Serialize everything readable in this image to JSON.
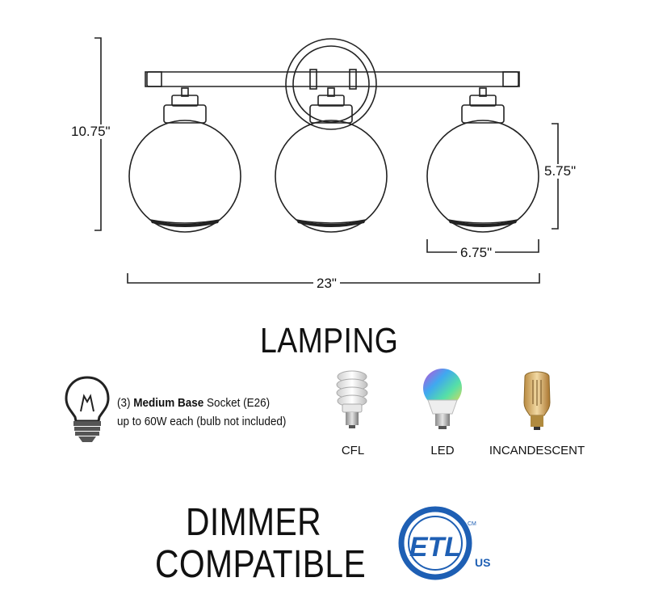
{
  "dimensions": {
    "height": "10.75\"",
    "shade_height": "5.75\"",
    "shade_width": "6.75\"",
    "total_width": "23\""
  },
  "lamping": {
    "title": "LAMPING",
    "spec_count": "(3)",
    "spec_bold": "Medium Base",
    "spec_rest": "Socket (E26)",
    "spec_line2": "up to 60W each (bulb not included)",
    "bulbs": [
      {
        "label": "CFL",
        "icon": "cfl-bulb-icon"
      },
      {
        "label": "LED",
        "icon": "led-bulb-icon"
      },
      {
        "label": "INCANDESCENT",
        "icon": "incandescent-bulb-icon"
      }
    ]
  },
  "dimmer": {
    "line1": "DIMMER",
    "line2": "COMPATIBLE"
  },
  "certification": {
    "logo_text": "ETL",
    "sub_text": "US",
    "mark_text": "CM",
    "color": "#1e5fb4"
  }
}
